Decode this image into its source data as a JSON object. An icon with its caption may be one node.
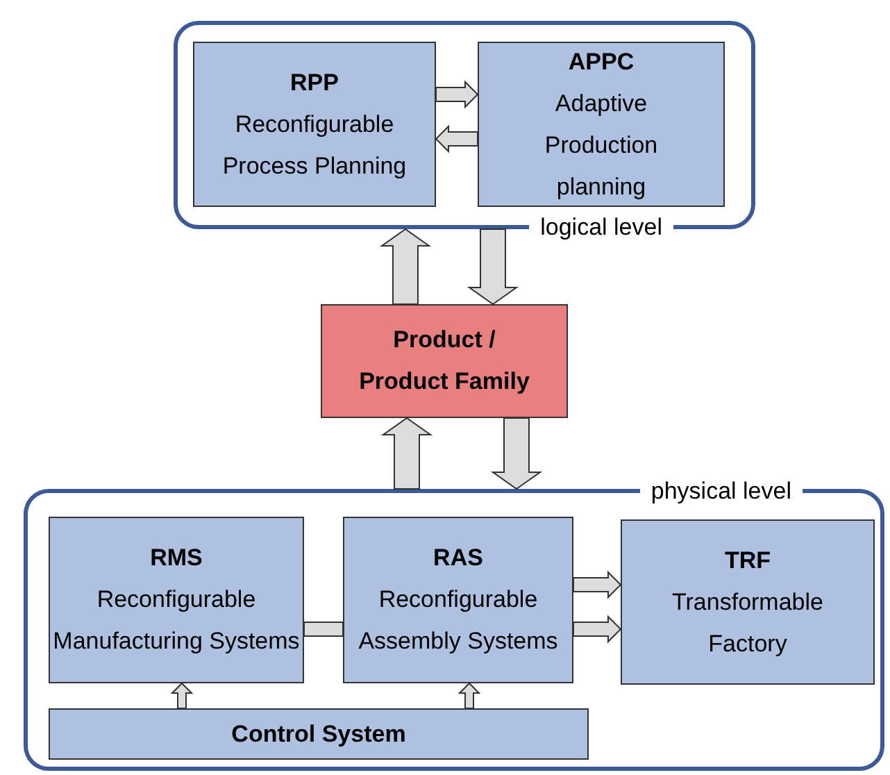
{
  "diagram": {
    "nodes": [
      {
        "text": [
          "logical level"
        ]
      },
      {
        "text": [
          "RPP",
          "Reconfigurable Process Planning"
        ],
        "in": 0
      },
      {
        "text": [
          "APPC",
          "Adaptive Production planning"
        ],
        "in": 0
      },
      {
        "text": [
          "Product / Product Family"
        ]
      },
      {
        "text": [
          "physical level"
        ]
      },
      {
        "text": [
          "RMS",
          "Reconfigurable Manufacturing Systems"
        ],
        "in": 4
      },
      {
        "text": [
          "RAS",
          "Reconfigurable Assembly Systems"
        ],
        "in": 4
      },
      {
        "text": [
          "TRF",
          "Transformable Factory"
        ],
        "in": 4
      },
      {
        "text": [
          "Control System"
        ],
        "in": 4
      }
    ],
    "edges": [
      {
        "from": 1,
        "to": 2,
        "arrow": "to"
      },
      {
        "from": 2,
        "to": 1,
        "arrow": "to"
      },
      {
        "from": 3,
        "to": 0,
        "arrow": "to"
      },
      {
        "from": 0,
        "to": 3,
        "arrow": "to"
      },
      {
        "from": 4,
        "to": 3,
        "arrow": "to"
      },
      {
        "from": 3,
        "to": 4,
        "arrow": "to"
      },
      {
        "from": 5,
        "to": 6,
        "arrow": "none"
      },
      {
        "from": 6,
        "to": 7,
        "arrow": "to"
      },
      {
        "from": 6,
        "to": 7,
        "arrow": "to"
      },
      {
        "from": 8,
        "to": 5,
        "arrow": "to"
      },
      {
        "from": 8,
        "to": 6,
        "arrow": "to"
      }
    ]
  }
}
